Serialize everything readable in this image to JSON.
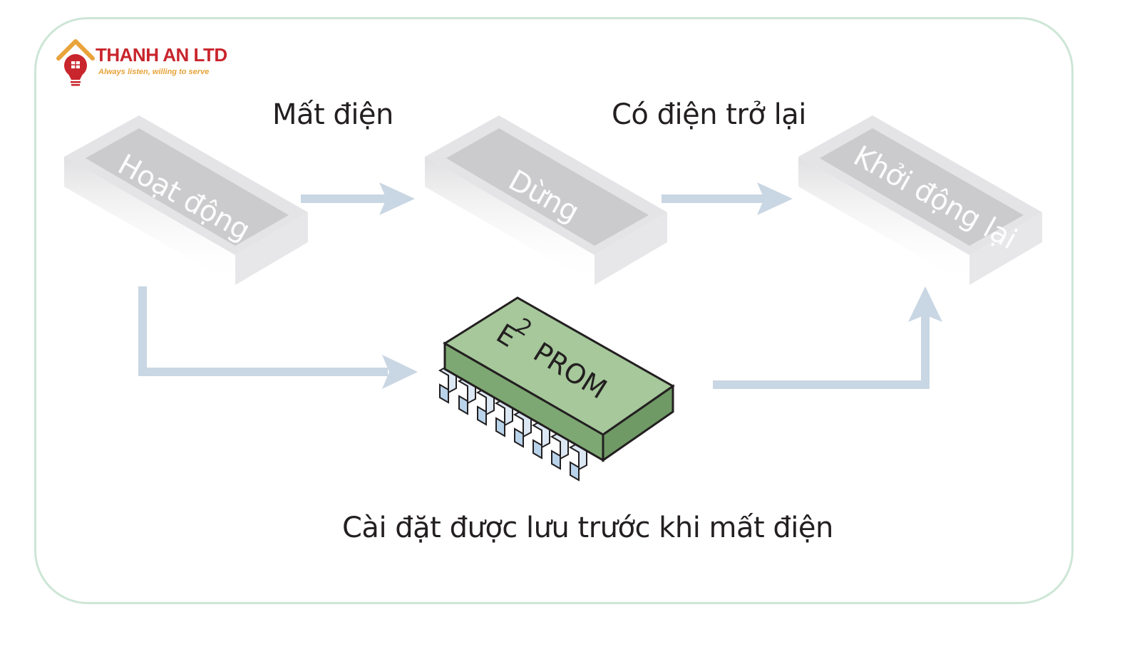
{
  "logo": {
    "name": "THANH AN LTD",
    "tagline": "Always listen, willing to serve"
  },
  "states": {
    "running": "Hoạt động",
    "stopped": "Dừng",
    "restart": "Khởi động lại"
  },
  "transitions": {
    "power_loss": "Mất điện",
    "power_restored": "Có điện trở lại"
  },
  "chip": {
    "base": "E",
    "superscript": "2",
    "name": "PROM"
  },
  "caption": "Cài đặt được lưu trước khi mất điện",
  "colors": {
    "frame": "#cde6d6",
    "arrow": "#c9d6e3",
    "block": "#d8d8da",
    "chip_top": "#a6c89b",
    "chip_side": "#6f9a66",
    "logo_red": "#c9252c",
    "logo_orange": "#e8a33a"
  },
  "icons": [
    "house-bulb-logo-icon",
    "arrow-right-icon",
    "arrow-up-icon",
    "chip-icon"
  ]
}
